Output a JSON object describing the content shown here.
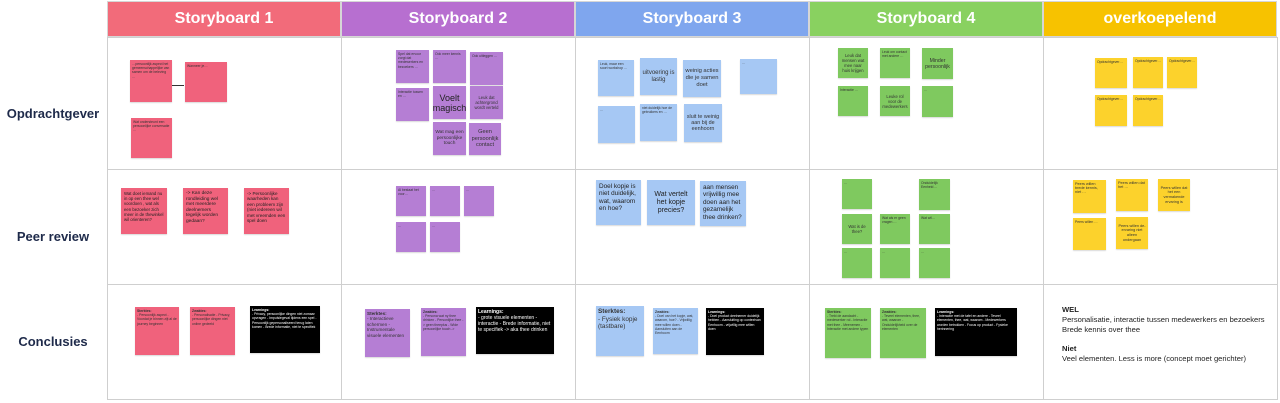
{
  "colors": {
    "pink": "#f26b7a",
    "purple": "#b76fd0",
    "blue": "#7fa6ee",
    "green": "#89d160",
    "yellow": "#f7c200"
  },
  "headers": [
    "Storyboard 1",
    "Storyboard 2",
    "Storyboard 3",
    "Storyboard 4",
    "overkoepelend"
  ],
  "rows": [
    "Opdrachtgever",
    "Peer review",
    "Conclusies"
  ],
  "notes": {
    "s1_o1": "…persoonlijk aspect het gemeenschappelijke van samen om de beleving …",
    "s1_o2": "Wanneer je…",
    "s1_o3": "Wat ondersteunt een persoonlijke conversatie …",
    "s1_p1": "Wat doet iemand nu in op een thee wel voordoen , wat als een bezoeker zich meer in de thewinkel wil orienteren?",
    "s1_p2": "-> Kan deze rondleiding wel met meerdere deelnemers tegelijk worden gedaan?",
    "s1_p3": "-> Persoonlijke waarheden kan een probleem zijn (niet iedereen wil met vreemden een spel doen",
    "s1_c1_title": "Sterktes:",
    "s1_c1_body": "- Persoonlijk aspect - Voordat je binnen zijt al de journey beginnen",
    "s1_c2_title": "Zwaktes:",
    "s1_c2_body": "- Personalisatie - Privacy, persoonlijke dingen niet online gedeeld",
    "s1_c3_title": "Learnings:",
    "s1_c3_body": "- Privacy, persoonlijke dingen niet zomaar opvragen - Impulsiegeval tijdens een spel - Persoonlijk gepersonaliseerd terug laten komen - Brede informatie, niet te specifiek",
    "s2_o1": "Spel dat ervoor zorgt dat medewerkers en bezoekers …",
    "s2_o2": "Ook meer kennis …",
    "s2_o3": "Ook uitleggen …",
    "s2_o4": "Interactie tussen en …",
    "s2_o5_a": "Voelt",
    "s2_o5_b": "magisch",
    "s2_o6": "Leuk dat achtergrond wordt verteld",
    "s2_o7": "Wat mag een persoonlijke touch",
    "s2_o8": "Geen persoonlijk contact",
    "s2_p1": "Al bestaat het voor…",
    "s2_p2": "…",
    "s2_p3": "…",
    "s2_p4": "…",
    "s2_p5": "…",
    "s2_c1_title": "Sterktes:",
    "s2_c1_body": "- Interactieve schermen - Instrumentale visuele elementen",
    "s2_c2_title": "Zwaktes:",
    "s2_c2_body": "- Persona wat ny thee drinken - Personlijke thee -> geen theeplus - Wide persoonlijke touch -> ",
    "s2_c3_title": "Learnings:",
    "s2_c3_body": "- grote visuele elementen - interactie - Brede informatie, niet te specifiek -> aka thee drinken",
    "s3_o1": "Leuk, maar een soort workshop …",
    "s3_o2": "uitvoering is lastig",
    "s3_o3": "weinig acties die je samen doet",
    "s3_o4": "…",
    "s3_o5": "…",
    "s3_o6": "niet duidelijk hoe de gebruikers en …",
    "s3_o7": "sluit te weinig aan bij de eenhoorn",
    "s3_p1": "Doel kopje is niet duidelijk, wat, waarom en hoe?",
    "s3_p2": "Wat vertelt het kopje precies?",
    "s3_p3": "aan mensen vrijwillig mee doen aan het gezamelijk thee drinken?",
    "s3_c1_title": "Sterktes:",
    "s3_c1_body": "- Fysiek kopje (tastbare)",
    "s3_c2_title": "Zwaktes:",
    "s3_c2_body": "- Doel van het kopje, wat, waarom, hoe? - Vrijwillig mee willen doen - Aansluiten aan de Eenhoorn",
    "s3_c3_title": "Learnings:",
    "s3_c3_body": "- Doel product deelnemer duidelijk hebben - Aansluiting op contextvan Eenhoorn - vrijwillig mee willen doen",
    "s4_o1": "Leuk dat mensen wat mee naar huis krijgen",
    "s4_o2": "Leuk om contact met andere …",
    "s4_o3": "Minder persoonlijk",
    "s4_o4": "Interactie …",
    "s4_o5": "Leuke rol voor de medewerkers",
    "s4_o6": "…",
    "s4_p1": "…",
    "s4_p2": "Onduidelijk Eenheid…",
    "s4_p3": "Wat is de thee?",
    "s4_p4": "Wat als er geen vragen …",
    "s4_p5": "Wat wil…",
    "s4_p6": "…",
    "s4_p7": "…",
    "s4_p8": "…",
    "s4_c1_title": "Sterktes:",
    "s4_c1_body": "- Trekt de aandacht - medewerker rol - Interactie met thee - Meenemen - Interactie met andere typen",
    "s4_c2_title": "Zwaktes:",
    "s4_c2_body": "- Teveel elementen, thee, wat, waarom - Onduidelijkheid over de elementen",
    "s4_c3_title": "Learnings:",
    "s4_c3_body": "- Interactie met de tafel en andere - Teveel elementen, thee, wat, waarom - Medewerkers worden betrokken - Focus op product - Fysieke herinnering",
    "ov_o1": "Opdrachtgever…",
    "ov_o2": "Opdrachtgever…",
    "ov_o3": "Opdrachtgever…",
    "ov_o4": "Opdrachtgever…",
    "ov_o5": "Opdrachtgever…",
    "ov_p1": "Peers willen brede kennis, niet …",
    "ov_p2": "Peers willen dat het …",
    "ov_p3": "Peers willen dat het een vermakende ervaring is",
    "ov_p4": "Peers willen …",
    "ov_p5": "Peers willen de-ervaring niet alleen ondergaan",
    "ov_wel_title": "WEL",
    "ov_wel_body1": "Personalisatie, interactie tussen medewerkers en bezoekers",
    "ov_wel_body2": "Brede kennis over thee",
    "ov_niet_title": "Niet",
    "ov_niet_body": "Veel elementen. Less is more (concept moet gerichter)"
  }
}
